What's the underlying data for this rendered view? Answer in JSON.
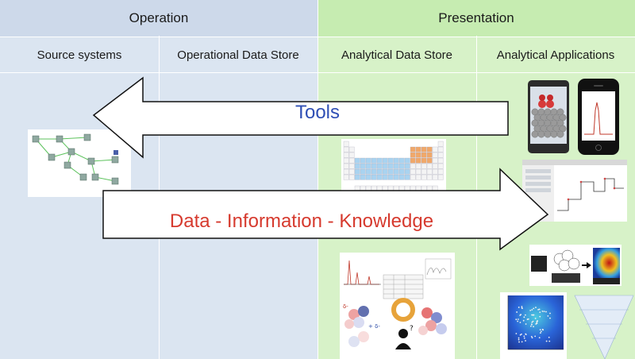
{
  "headers": {
    "operation": "Operation",
    "presentation": "Presentation"
  },
  "subheaders": {
    "source_systems": "Source systems",
    "operational_data_store": "Operational Data Store",
    "analytical_data_store": "Analytical Data Store",
    "analytical_applications": "Analytical Applications"
  },
  "arrows": {
    "tools": "Tools",
    "data_information_knowledge": "Data - Information - Knowledge"
  },
  "colors": {
    "operation_bg": "#dbe5f1",
    "presentation_bg": "#d7f2c8",
    "header_operation": "#cdd9ea",
    "header_presentation": "#c6ecb1",
    "tools_text": "#2f4fb5",
    "dik_text": "#d63a2e"
  }
}
